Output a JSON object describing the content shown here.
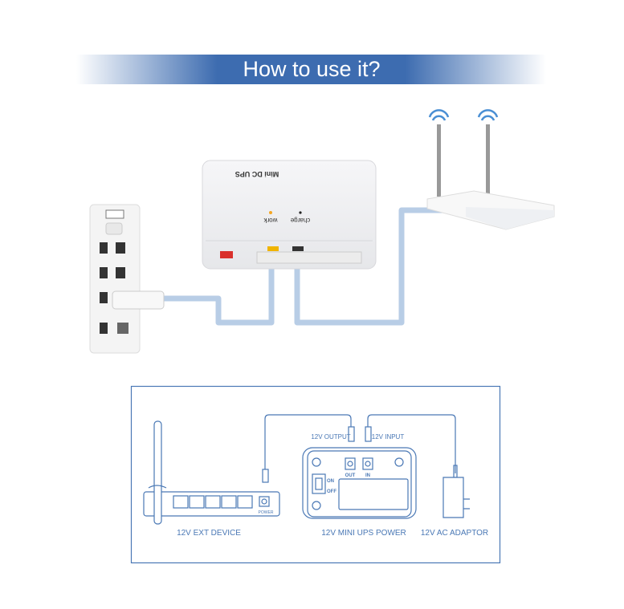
{
  "title": "How to use it?",
  "photo": {
    "device_label": "Mini DC UPS",
    "led_work": "work",
    "led_charge": "charge"
  },
  "diagram": {
    "output_label": "12V OUTPUT",
    "input_label": "12V INPUT",
    "out_port": "OUT",
    "in_port": "IN",
    "switch_on": "ON",
    "switch_off": "OFF",
    "power_port": "POWER",
    "device_caption": "12V EXT DEVICE",
    "ups_caption": "12V MINI UPS POWER",
    "adaptor_caption": "12V AC ADAPTOR"
  },
  "colors": {
    "accent": "#4a78b5",
    "banner": "#3d6cb0",
    "cable": "#b8cde6"
  }
}
